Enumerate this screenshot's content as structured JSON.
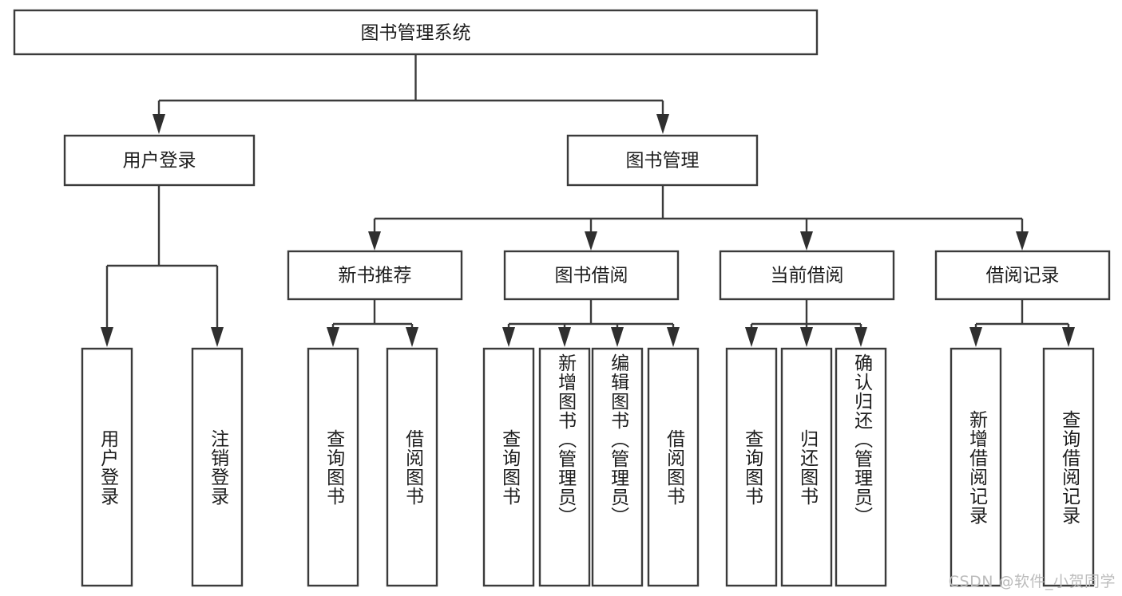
{
  "diagram": {
    "type": "tree",
    "title": "图书管理系统",
    "root": {
      "id": "root",
      "label": "图书管理系统",
      "orientation": "horizontal"
    },
    "level2": [
      {
        "id": "user-login",
        "label": "用户登录",
        "orientation": "horizontal"
      },
      {
        "id": "book-manage",
        "label": "图书管理",
        "orientation": "horizontal"
      }
    ],
    "level3": [
      {
        "id": "new-book-recommend",
        "label": "新书推荐",
        "orientation": "horizontal",
        "parent": "book-manage"
      },
      {
        "id": "book-borrow",
        "label": "图书借阅",
        "orientation": "horizontal",
        "parent": "book-manage"
      },
      {
        "id": "current-borrow",
        "label": "当前借阅",
        "orientation": "horizontal",
        "parent": "book-manage"
      },
      {
        "id": "borrow-record",
        "label": "借阅记录",
        "orientation": "horizontal",
        "parent": "book-manage"
      }
    ],
    "leaves": [
      {
        "id": "leaf-user-login",
        "label": "用户登录",
        "orientation": "vertical",
        "parent": "user-login"
      },
      {
        "id": "leaf-user-logout",
        "label": "注销登录",
        "orientation": "vertical",
        "parent": "user-login"
      },
      {
        "id": "leaf-query-book-1",
        "label": "查询图书",
        "orientation": "vertical",
        "parent": "new-book-recommend"
      },
      {
        "id": "leaf-borrow-book-1",
        "label": "借阅图书",
        "orientation": "vertical",
        "parent": "new-book-recommend"
      },
      {
        "id": "leaf-query-book-2",
        "label": "查询图书",
        "orientation": "vertical",
        "parent": "book-borrow"
      },
      {
        "id": "leaf-add-book",
        "label": "新增图书（管理员）",
        "orientation": "vertical",
        "parent": "book-borrow"
      },
      {
        "id": "leaf-edit-book",
        "label": "编辑图书（管理员）",
        "orientation": "vertical",
        "parent": "book-borrow"
      },
      {
        "id": "leaf-borrow-book-2",
        "label": "借阅图书",
        "orientation": "vertical",
        "parent": "book-borrow"
      },
      {
        "id": "leaf-query-book-3",
        "label": "查询图书",
        "orientation": "vertical",
        "parent": "current-borrow"
      },
      {
        "id": "leaf-return-book",
        "label": "归还图书",
        "orientation": "vertical",
        "parent": "current-borrow"
      },
      {
        "id": "leaf-confirm-return",
        "label": "确认归还（管理员）",
        "orientation": "vertical",
        "parent": "current-borrow"
      },
      {
        "id": "leaf-add-record",
        "label": "新增借阅记录",
        "orientation": "vertical",
        "parent": "borrow-record"
      },
      {
        "id": "leaf-query-record",
        "label": "查询借阅记录",
        "orientation": "vertical",
        "parent": "borrow-record"
      }
    ],
    "colors": {
      "box_fill": "#ffffff",
      "box_stroke": "#3b3b3b",
      "connector": "#3b3b3b",
      "text": "#1d1d1d",
      "background": "#ffffff",
      "watermark": "#bcbcbc"
    }
  },
  "watermark": {
    "text": "CSDN @软件_小贺同学"
  }
}
